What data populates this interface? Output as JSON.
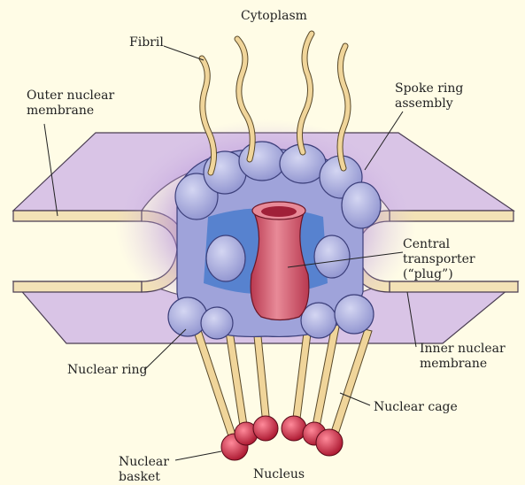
{
  "labels": {
    "cytoplasm": "Cytoplasm",
    "fibril": "Fibril",
    "outer_membrane": [
      "Outer nuclear",
      "membrane"
    ],
    "spoke_ring": [
      "Spoke ring",
      "assembly"
    ],
    "central_transporter": [
      "Central",
      "transporter",
      "(“plug”)"
    ],
    "inner_membrane": [
      "Inner nuclear",
      "membrane"
    ],
    "nuclear_ring": "Nuclear ring",
    "nuclear_cage": "Nuclear cage",
    "nuclear_basket": [
      "Nuclear",
      "basket"
    ],
    "nucleus": "Nucleus"
  },
  "colors": {
    "background": "#fffce6",
    "membrane_face": "#d9c4e6",
    "membrane_edge": "#f3e2b6",
    "ring": "#a9acdd",
    "ring_inner": "#5b8ed6",
    "plug": "#d9667a",
    "fibril": "#f0d59a",
    "basket_knob": "#c0263c"
  }
}
